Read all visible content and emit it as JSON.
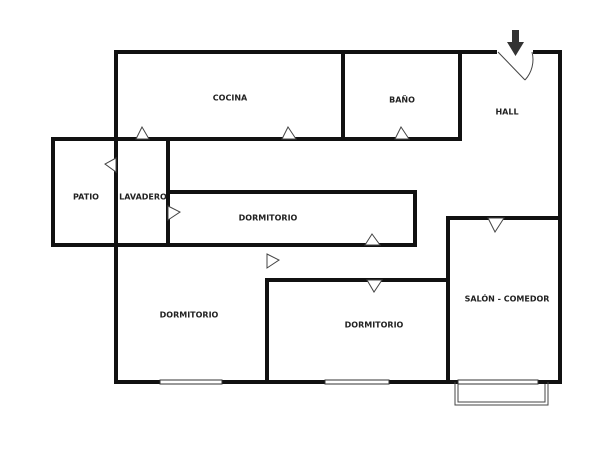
{
  "rooms": {
    "cocina": "COCINA",
    "bano": "BAÑO",
    "hall": "HALL",
    "patio": "PATIO",
    "lavadero": "LAVADERO",
    "dormitorio_1": "DORMITORIO",
    "dormitorio_2": "DORMITORIO",
    "dormitorio_3": "DORMITORIO",
    "salon": "SALÓN - COMEDOR"
  },
  "entrance_icon": "down-arrow-icon",
  "colors": {
    "wall": "#111111",
    "background": "#ffffff"
  }
}
